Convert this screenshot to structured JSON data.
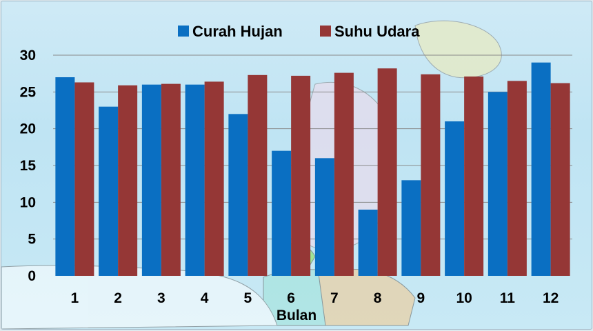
{
  "colors": {
    "curah_hujan": "#0a6fc2",
    "suhu_udara": "#953736",
    "gridline": "#8a8a8a"
  },
  "chart_data": {
    "type": "bar",
    "categories": [
      "1",
      "2",
      "3",
      "4",
      "5",
      "6",
      "7",
      "8",
      "9",
      "10",
      "11",
      "12"
    ],
    "series": [
      {
        "name": "Curah Hujan",
        "values": [
          27,
          23,
          26,
          26,
          22,
          17,
          16,
          9,
          13,
          21,
          25,
          29
        ]
      },
      {
        "name": "Suhu Udara",
        "values": [
          26.3,
          25.9,
          26.1,
          26.4,
          27.3,
          27.2,
          27.6,
          28.2,
          27.4,
          27.1,
          26.5,
          26.2
        ]
      }
    ],
    "xlabel": "Bulan",
    "ylabel": "",
    "ylim": [
      0,
      30
    ],
    "yticks": [
      0,
      5,
      10,
      15,
      20,
      25,
      30
    ],
    "grid": true,
    "legend": "top-center"
  }
}
